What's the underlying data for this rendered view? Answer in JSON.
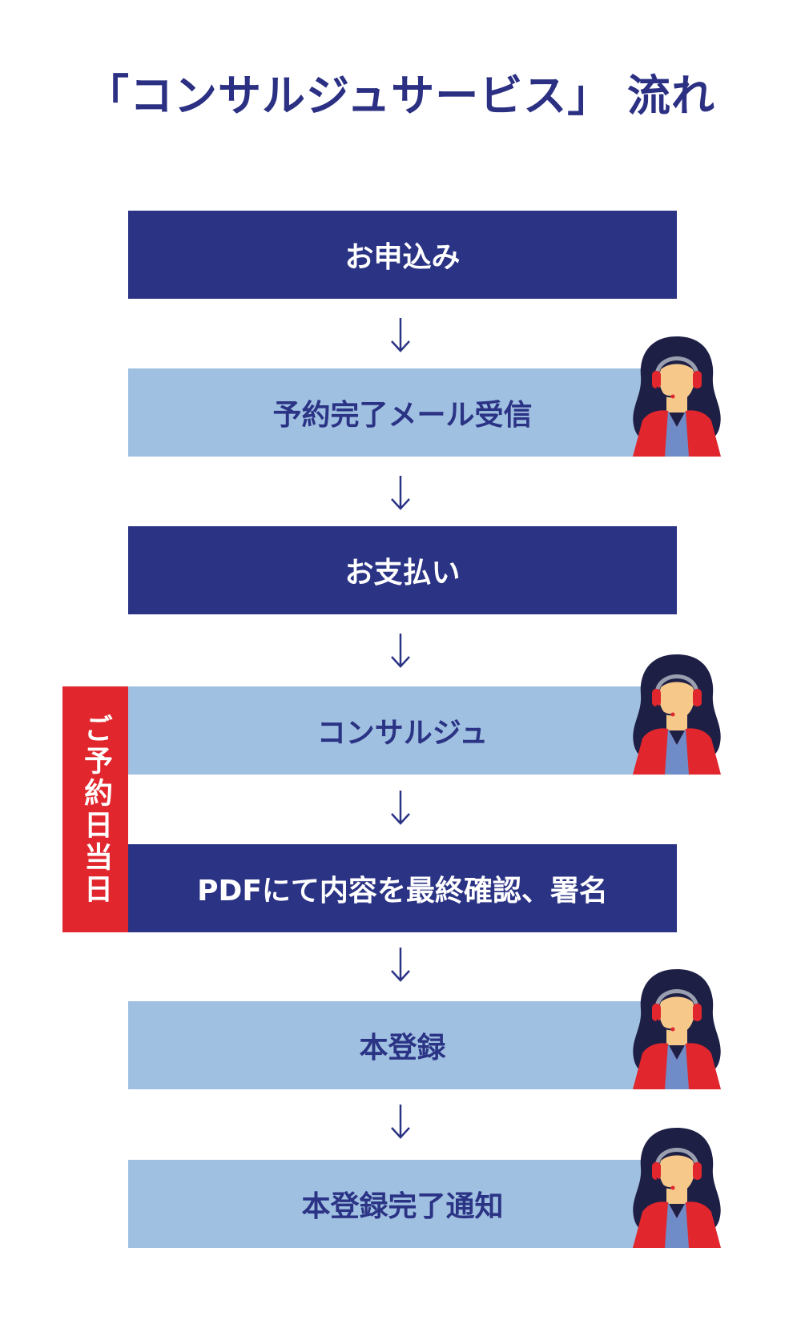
{
  "title": "「コンサルジュサービス」 流れ",
  "side_badge": "ご予約日当日",
  "steps": [
    {
      "label": "お申込み",
      "style": "dark"
    },
    {
      "label": "予約完了メール受信",
      "style": "light",
      "avatar": true
    },
    {
      "label": "お支払い",
      "style": "dark"
    },
    {
      "label": "コンサルジュ",
      "style": "light",
      "avatar": true
    },
    {
      "label": "PDFにて内容を最終確認、署名",
      "style": "dark"
    },
    {
      "label": "本登録",
      "style": "light",
      "avatar": true
    },
    {
      "label": "本登録完了通知",
      "style": "light",
      "avatar": true
    }
  ],
  "colors": {
    "navy": "#2b3384",
    "light_blue": "#a0c0e2",
    "red": "#e1262d",
    "skin": "#f6c98a",
    "hair": "#1e1f45",
    "shirt": "#6f8cc8"
  },
  "icons": {
    "arrow": "down-arrow-icon",
    "avatar": "support-agent-icon"
  }
}
